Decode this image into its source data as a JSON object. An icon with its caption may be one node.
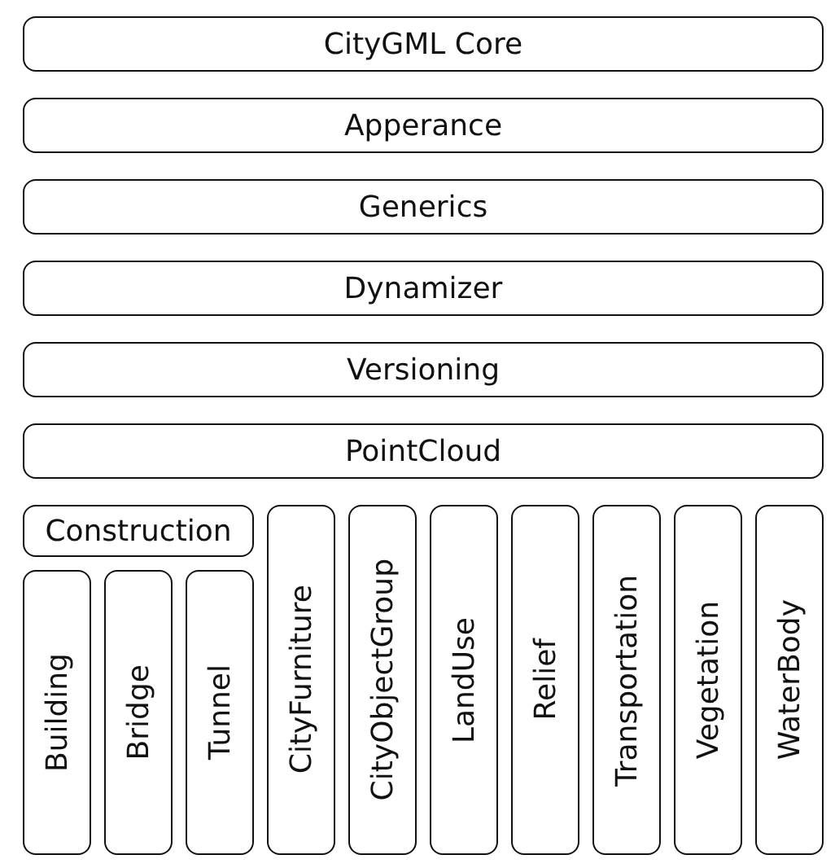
{
  "diagram": {
    "nodes": [
      {
        "text": [
          "CityGML Core"
        ]
      },
      {
        "text": [
          "Apperance"
        ]
      },
      {
        "text": [
          "Generics"
        ]
      },
      {
        "text": [
          "Dynamizer"
        ]
      },
      {
        "text": [
          "Versioning"
        ]
      },
      {
        "text": [
          "PointCloud"
        ]
      },
      {
        "text": [
          "Construction"
        ]
      },
      {
        "text": [
          "Building"
        ]
      },
      {
        "text": [
          "Bridge"
        ]
      },
      {
        "text": [
          "Tunnel"
        ]
      },
      {
        "text": [
          "CityFurniture"
        ]
      },
      {
        "text": [
          "CityObjectGroup"
        ]
      },
      {
        "text": [
          "LandUse"
        ]
      },
      {
        "text": [
          "Relief"
        ]
      },
      {
        "text": [
          "Transportation"
        ]
      },
      {
        "text": [
          "Vegetation"
        ]
      },
      {
        "text": [
          "WaterBody"
        ]
      }
    ]
  }
}
